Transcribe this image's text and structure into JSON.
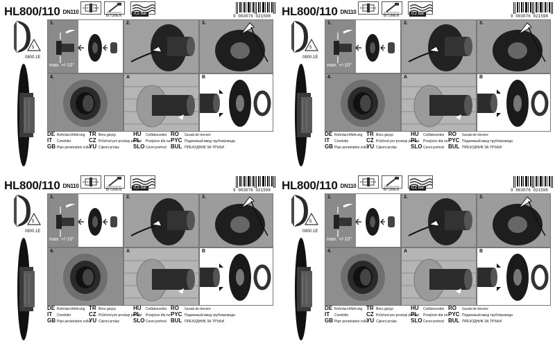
{
  "product": {
    "model": "HL800/110",
    "dn": "DN110",
    "pressure": "0,2 bar",
    "bitumen_label": "BITUMEN",
    "barcode_number": "9 003076 021598",
    "part_code": "0800.1E",
    "max_angle": "max. +/-10°"
  },
  "icons": [
    "flange-icon",
    "bitumen-brush-icon",
    "water-pressure-icon"
  ],
  "steps": [
    "1.",
    "2.",
    "3.",
    "4.",
    "A",
    "B"
  ],
  "languages": {
    "col1": [
      {
        "code": "DE",
        "text": "Rohrdurchführung"
      },
      {
        "code": "IT",
        "text": "Condotto"
      },
      {
        "code": "GB",
        "text": "Pipe penetration collar"
      }
    ],
    "col2": [
      {
        "code": "TR",
        "text": "Boru geçişi"
      },
      {
        "code": "CZ",
        "text": "Průchod pro prostup potrubí"
      },
      {
        "code": "YU",
        "text": "Cijevni prolaz"
      }
    ],
    "col3": [
      {
        "code": "HU",
        "text": "Csőátvezetés"
      },
      {
        "code": "PL",
        "text": "Przejście dla rur"
      },
      {
        "code": "SLO",
        "text": "Cevni prehod"
      }
    ],
    "col4": [
      {
        "code": "RO",
        "text": "Guraă de trecere"
      },
      {
        "code": "PYC",
        "text": "Подземный ввод трубопровода"
      },
      {
        "code": "BUL",
        "text": "ПРЕХОДНИК ЗА ТРЪБИ"
      }
    ]
  },
  "colors": {
    "panel_grey": "#9a9a9a",
    "dark": "#1a1a1a",
    "wall": "#b5b5b5"
  }
}
